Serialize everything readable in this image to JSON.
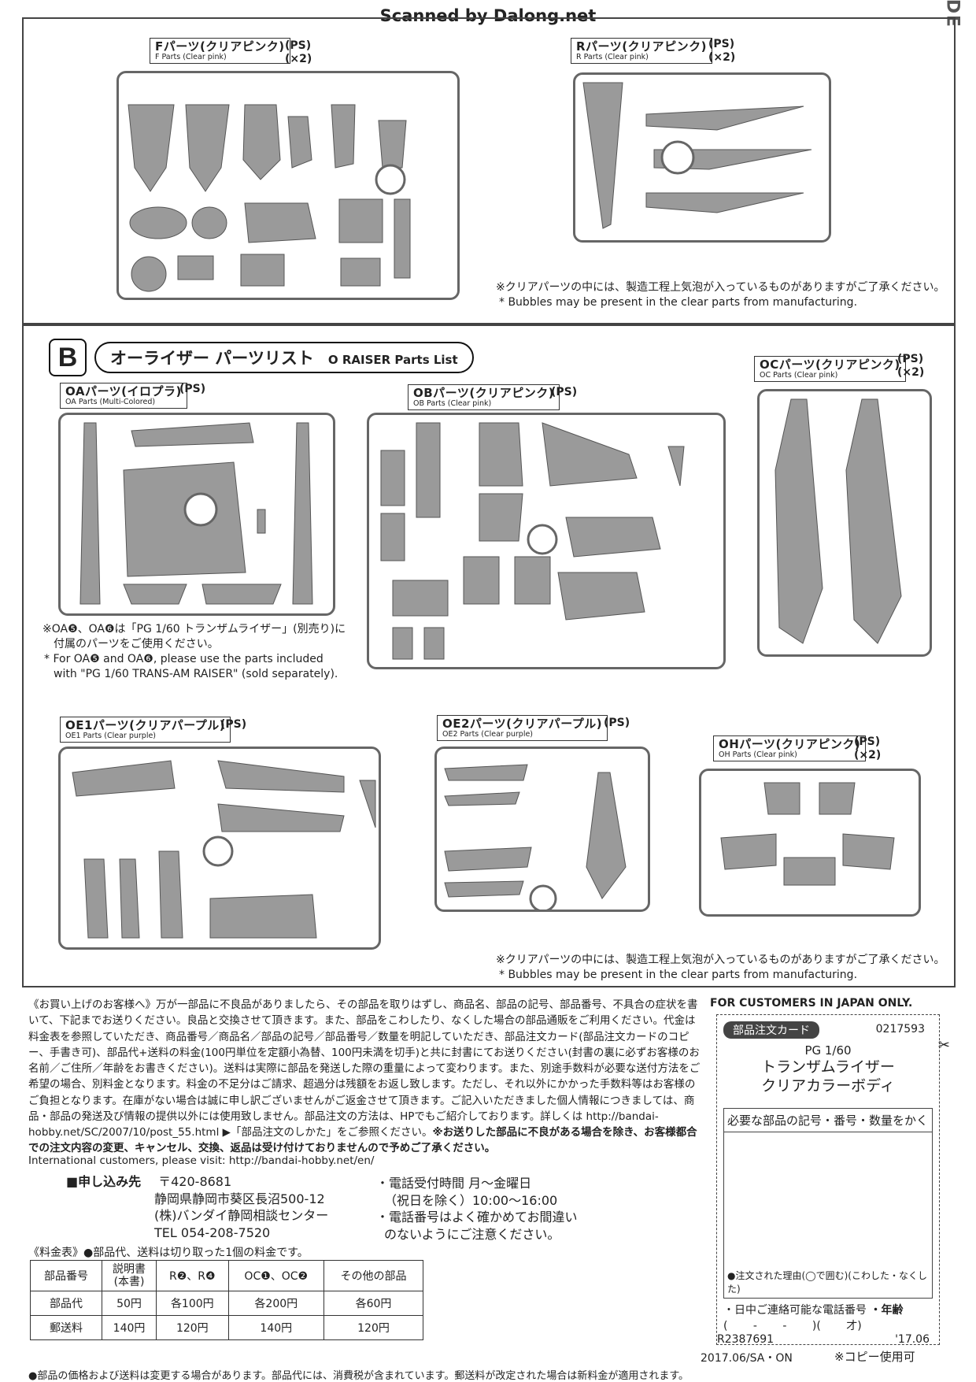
{
  "watermark": "Scanned by Dalong.net",
  "bg_fragment": "PERFECT GRADE",
  "top_parts": [
    {
      "jp": "Fパーツ(クリアピンク)",
      "en": "F Parts (Clear pink)",
      "mat": "(PS)",
      "qty": "(×2)"
    },
    {
      "jp": "Rパーツ(クリアピンク)",
      "en": "R Parts (Clear pink)",
      "mat": "(PS)",
      "qty": "(×2)"
    }
  ],
  "bubble_note_jp": "※クリアパーツの中には、製造工程上気泡が入っているものがありますがご了承ください。",
  "bubble_note_en": "* Bubbles may be present in the clear parts from manufacturing.",
  "section": {
    "badge": "B",
    "jp": "オーライザー パーツリスト",
    "en": "O RAISER Parts List"
  },
  "mid_parts": [
    {
      "jp": "OAパーツ(イロプラ)",
      "en": "OA Parts (Multi-Colored)",
      "mat": "(PS)",
      "qty": ""
    },
    {
      "jp": "OBパーツ(クリアピンク)",
      "en": "OB Parts (Clear pink)",
      "mat": "(PS)",
      "qty": ""
    },
    {
      "jp": "OCパーツ(クリアピンク)",
      "en": "OC Parts (Clear pink)",
      "mat": "(PS)",
      "qty": "(×2)"
    }
  ],
  "oa_note_jp": [
    "※OA❺、OA❻は「PG 1/60 トランザムライザー」(別売り)に",
    "付属のパーツをご使用ください。"
  ],
  "oa_note_en": [
    "* For OA❺ and OA❻, please use the parts included",
    "with \"PG 1/60 TRANS-AM RAISER\" (sold separately)."
  ],
  "low_parts": [
    {
      "jp": "OE1パーツ(クリアパープル)",
      "en": "OE1 Parts (Clear purple)",
      "mat": "(PS)",
      "qty": ""
    },
    {
      "jp": "OE2パーツ(クリアパープル)",
      "en": "OE2 Parts (Clear purple)",
      "mat": "(PS)",
      "qty": ""
    },
    {
      "jp": "OHパーツ(クリアピンク)",
      "en": "OH Parts (Clear pink)",
      "mat": "(PS)",
      "qty": "(×2)"
    }
  ],
  "customer_text": "《お買い上げのお客様へ》万が一部品に不良品がありましたら、その部品を取りはずし、商品名、部品の記号、部品番号、不具合の症状を書いて、下記までお送りください。良品と交換させて頂きます。また、部品をこわしたり、なくした場合の部品通販をご利用ください。代金は料金表を参照していただき、商品番号／商品名／部品の記号／部品番号／数量を明記していただき、部品注文カード(部品注文カードのコピー、手書き可)、部品代+送料の料金(100円単位を定額小為替、100円未満を切手)と共に封書にてお送りください(封書の裏に必ずお客様のお名前／ご住所／年齢をお書きください)。送料は実際に部品を発送した際の重量によって変わります。また、別途手数料が必要な送付方法をご希望の場合、別料金となります。料金の不足分はご請求、超過分は残額をお返し致します。ただし、それ以外にかかった手数料等はお客様のご負担となります。在庫がない場合は誠に申し訳ございませんがご返金させて頂きます。ご記入いただきました個人情報につきましては、商品・部品の発送及び情報の提供以外には使用致しません。部品注文の方法は、HPでもご紹介しております。詳しくは http://bandai-hobby.net/SC/2007/10/post_55.html ▶「部品注文のしかた」をご参照ください。",
  "customer_bold": "※お送りした部品に不良がある場合を除き、お客様都合での注文内容の変更、キャンセル、交換、返品は受け付けておりませんので予めご了承ください。",
  "international": "International customers, please visit: http://bandai-hobby.net/en/",
  "address": {
    "label": "■申し込み先",
    "zip": "〒420-8681",
    "line1": "静岡県静岡市葵区長沼500-12",
    "line2": "(株)バンダイ静岡相談センター",
    "tel": "TEL 054-208-7520"
  },
  "phone_info": [
    "・電話受付時間 月〜金曜日",
    "（祝日を除く）10:00〜16:00",
    "・電話番号はよく確かめてお間違い",
    "のないようにご注意ください。"
  ],
  "fee_table": {
    "caption": "《料金表》●部品代、送料は切り取った1個の料金です。",
    "header": [
      "部品番号",
      "説明書\n(本書)",
      "R❷、R❹",
      "OC❶、OC❷",
      "その他の部品"
    ],
    "rows": [
      [
        "部品代",
        "50円",
        "各100円",
        "各200円",
        "各60円"
      ],
      [
        "郵送料",
        "140円",
        "120円",
        "140円",
        "120円"
      ]
    ]
  },
  "footer_note": "●部品の価格および送料は変更する場合があります。部品代には、消費税が含まれています。郵送料が改定された場合は新料金が適用されます。",
  "card": {
    "header": "FOR CUSTOMERS IN JAPAN ONLY.",
    "label": "部品注文カード",
    "code": "0217593",
    "product1": "PG 1/60",
    "product2": "トランザムライザー",
    "product3": "クリアカラーボディ",
    "write_label": "必要な部品の記号・番号・数量をかく",
    "reason": "●注文された理由(◯で囲む)(こわした・なくした)",
    "phone_label": "・日中ご連絡可能な電話番号",
    "age_label": "・年齢",
    "phone_fill": "(　　 -　　 -　　 )(　　 才)",
    "serial": "R2387691",
    "date": "'17.06",
    "copy_ok": "※コピー使用可"
  },
  "print_code": "2017.06/SA・ON"
}
